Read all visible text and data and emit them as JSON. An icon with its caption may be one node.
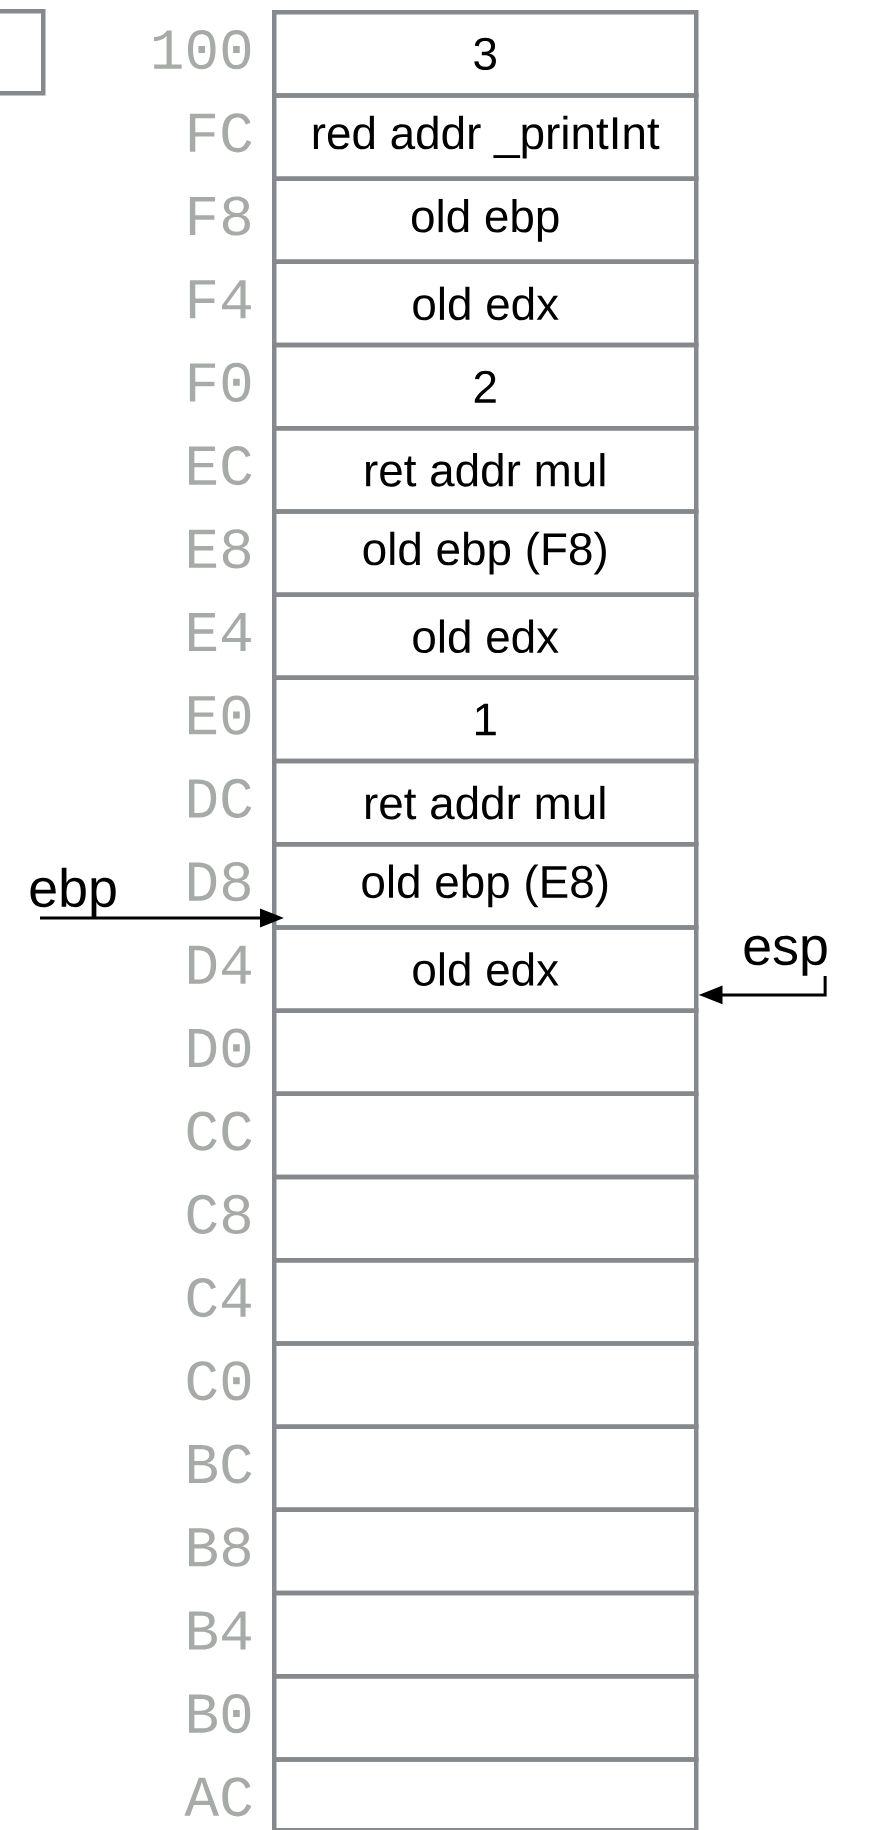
{
  "diagram": {
    "nodes": [
      {
        "text": [],
        "shape": "box"
      },
      {
        "text": [
          "3"
        ]
      },
      {
        "text": [
          "red addr _printInt"
        ]
      },
      {
        "text": [
          "old ebp"
        ]
      },
      {
        "text": [
          "old edx"
        ]
      },
      {
        "text": [
          "2"
        ]
      },
      {
        "text": [
          "ret addr mul"
        ]
      },
      {
        "text": [
          "old ebp (F8)"
        ]
      },
      {
        "text": [
          "old edx"
        ]
      },
      {
        "text": [
          "1"
        ]
      },
      {
        "text": [
          "ret addr mul"
        ]
      },
      {
        "text": [
          "old ebp (E8)"
        ]
      },
      {
        "text": [
          "old edx"
        ]
      },
      {
        "text": [],
        "shape": "box"
      },
      {
        "text": [],
        "shape": "box"
      },
      {
        "text": [],
        "shape": "box"
      },
      {
        "text": [],
        "shape": "box"
      },
      {
        "text": [],
        "shape": "box"
      },
      {
        "text": [],
        "shape": "box"
      },
      {
        "text": [],
        "shape": "box"
      },
      {
        "text": [],
        "shape": "box"
      },
      {
        "text": [],
        "shape": "box"
      },
      {
        "text": [],
        "shape": "box"
      },
      {
        "text": [
          "ebp"
        ]
      },
      {
        "text": [
          "esp"
        ]
      }
    ],
    "edges": [
      {
        "from": 23,
        "to": 11,
        "arrow": "to"
      },
      {
        "from": 24,
        "to": 12,
        "arrow": "to"
      }
    ],
    "labels": [
      "100",
      "FC",
      "F8",
      "F4",
      "F0",
      "EC",
      "E8",
      "E4",
      "E0",
      "DC",
      "D8",
      "D4",
      "D0",
      "CC",
      "C8",
      "C4",
      "C0",
      "BC",
      "B8",
      "B4",
      "B0",
      "AC"
    ]
  }
}
